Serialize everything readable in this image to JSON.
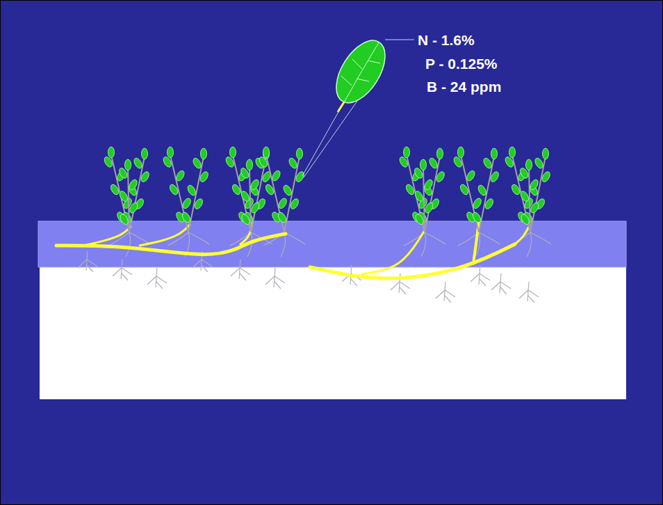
{
  "diagram": {
    "labels": [
      "N - 1.6%",
      "P - 0.125%",
      "B - 24 ppm"
    ]
  }
}
